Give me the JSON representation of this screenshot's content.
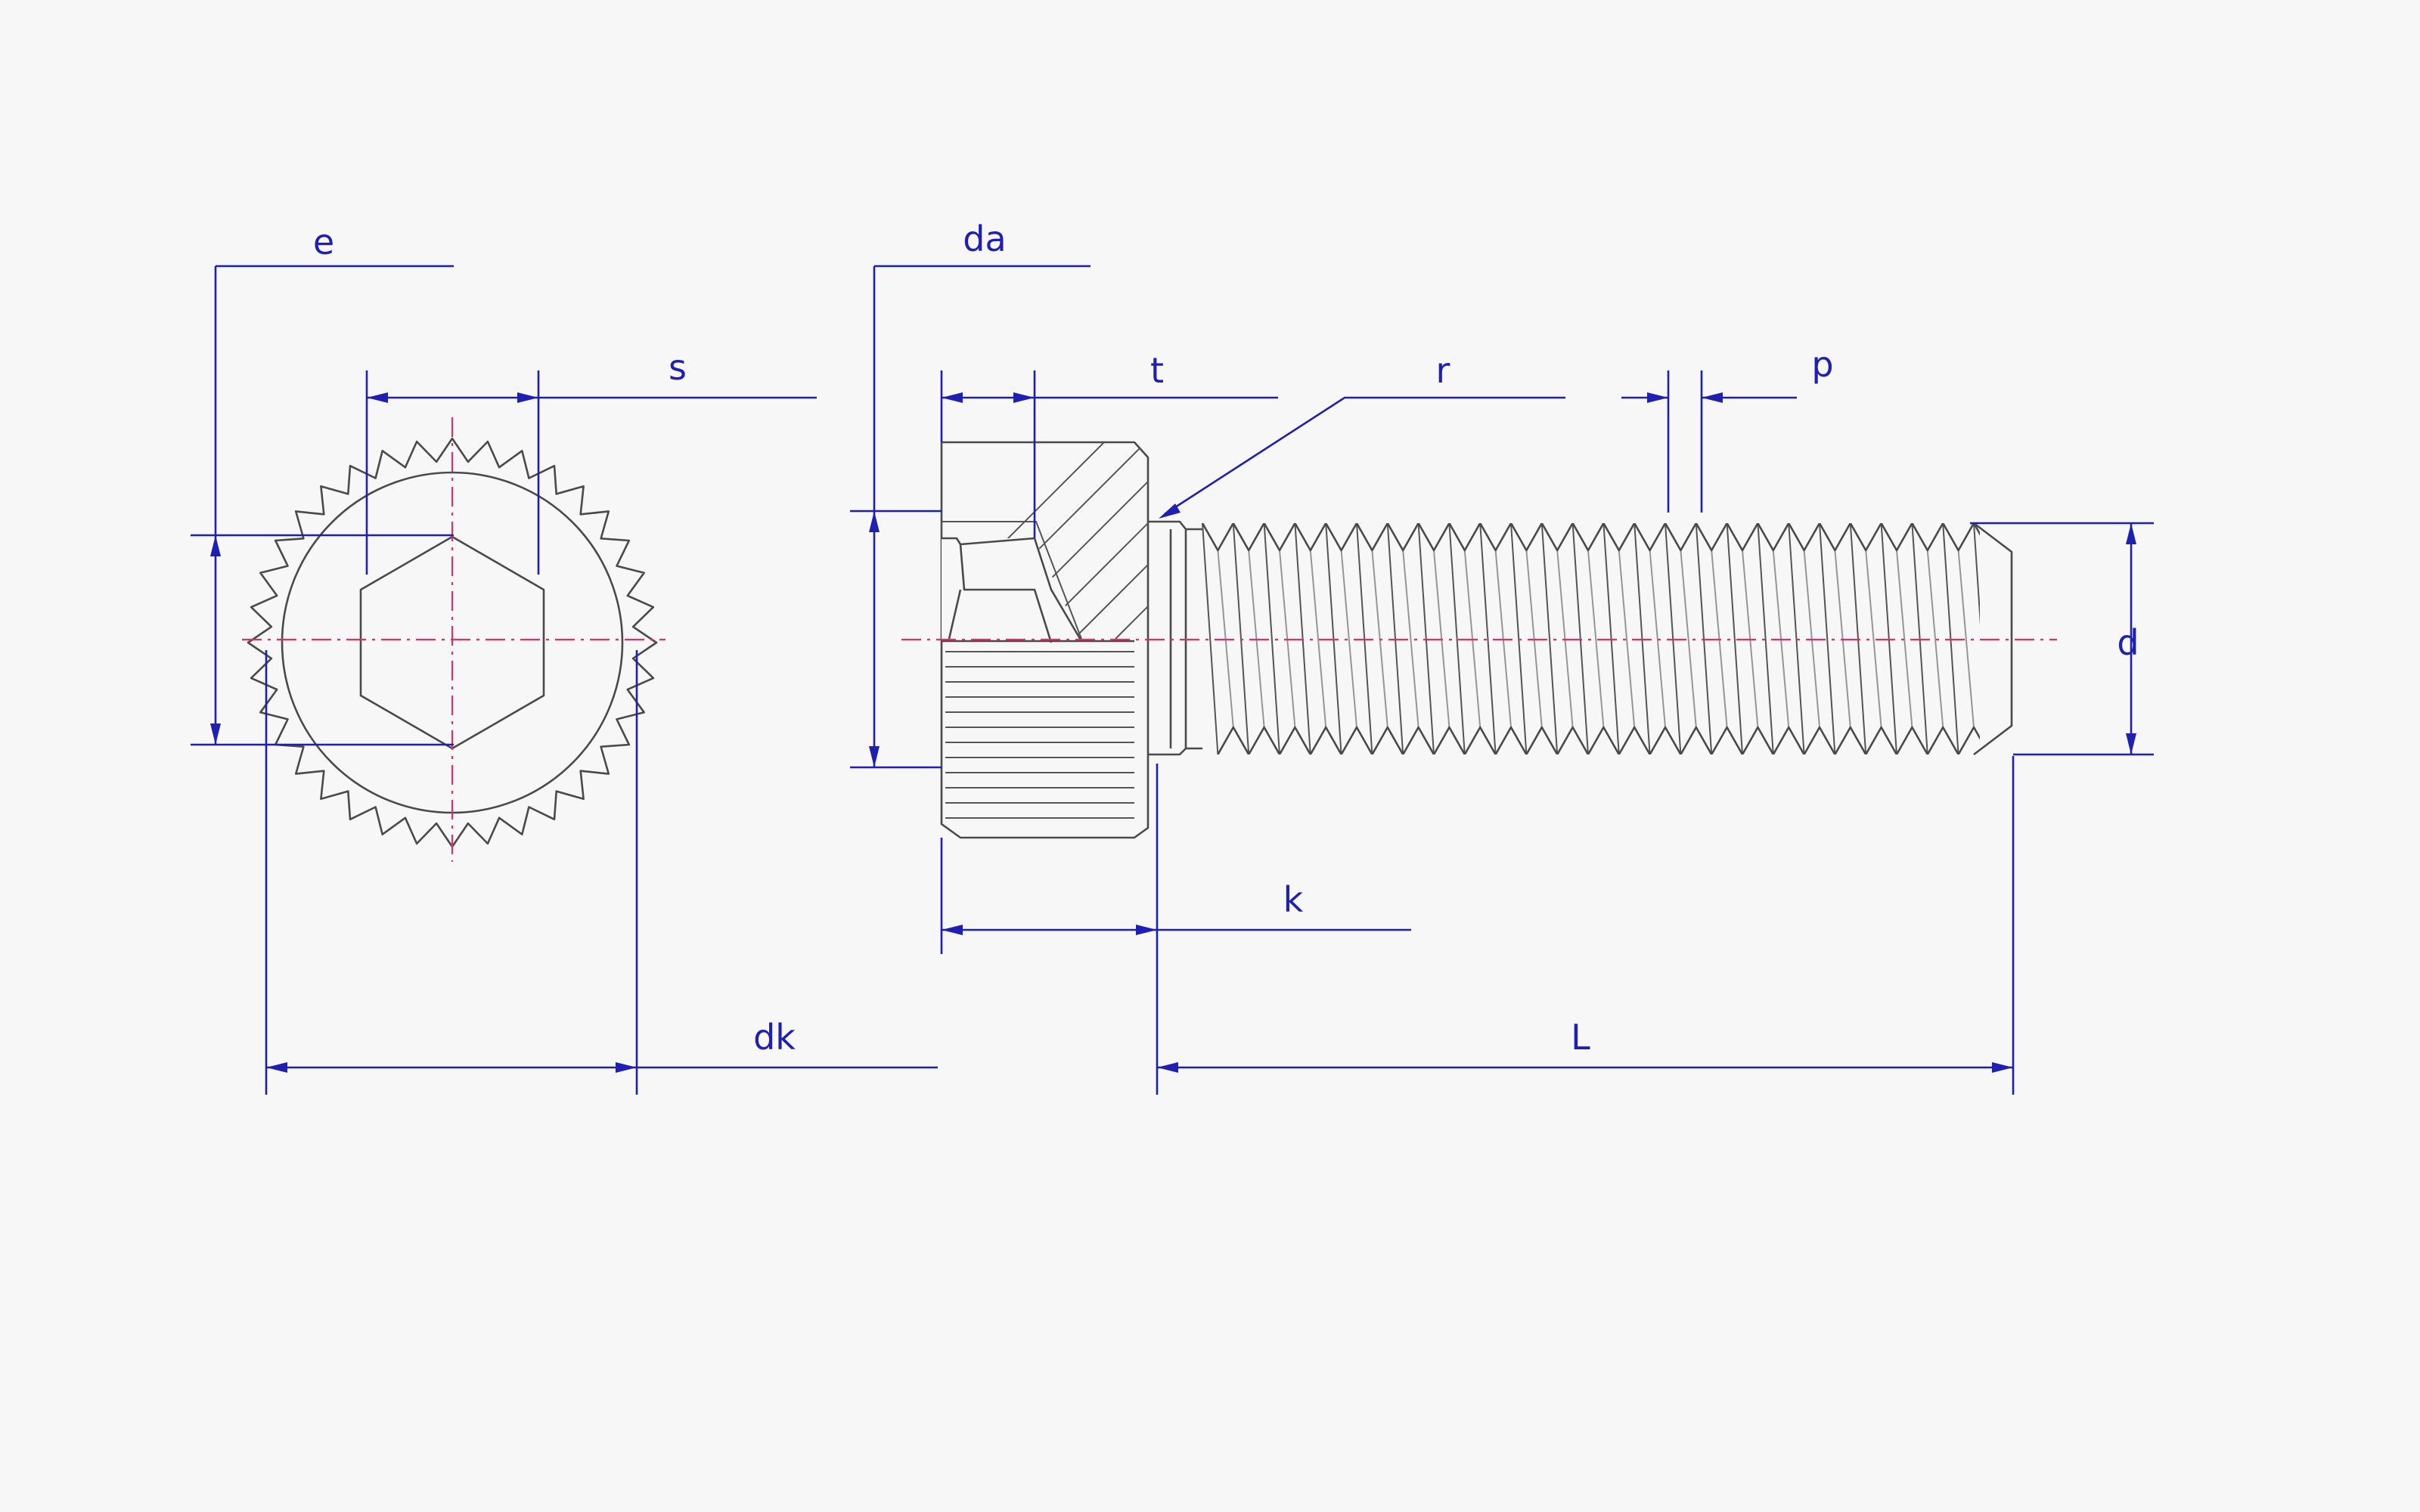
{
  "colors": {
    "background": "#f7f7f7",
    "dimension": "#1f1fb0",
    "object": "#4a4a4a",
    "centerline": "#e0306a"
  },
  "labels": {
    "e": "e",
    "s": "s",
    "dk": "dk",
    "da": "da",
    "t": "t",
    "r": "r",
    "p": "p",
    "d": "d",
    "k": "k",
    "L": "L"
  },
  "thread": {
    "pitch_count": 25
  },
  "knurl": {
    "tooth_count": 36
  }
}
